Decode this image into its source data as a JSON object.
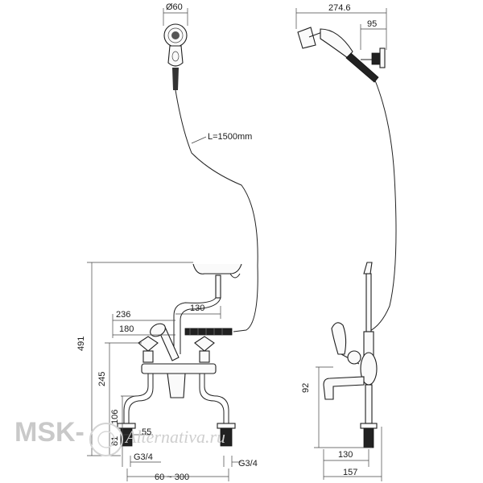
{
  "dimensions": {
    "handset_diameter": "Ø60",
    "hose_length": "L=1500mm",
    "side_top_width": "274.6",
    "side_top_offset": "95",
    "height_total": "491",
    "dim_236": "236",
    "dim_130_top": "130",
    "dim_180": "180",
    "height_245": "245",
    "height_106": "106",
    "height_81": "81",
    "dim_55": "55",
    "thread_left": "G3/4",
    "thread_right": "G3/4",
    "center_range": "60 ~ 300",
    "side_height_92": "92",
    "side_dim_130": "130",
    "side_dim_157": "157"
  },
  "watermark": {
    "brand": "MSK-",
    "site": "Alternativa.ru"
  },
  "colors": {
    "line": "#222222",
    "watermark": "#c9c9c9"
  }
}
